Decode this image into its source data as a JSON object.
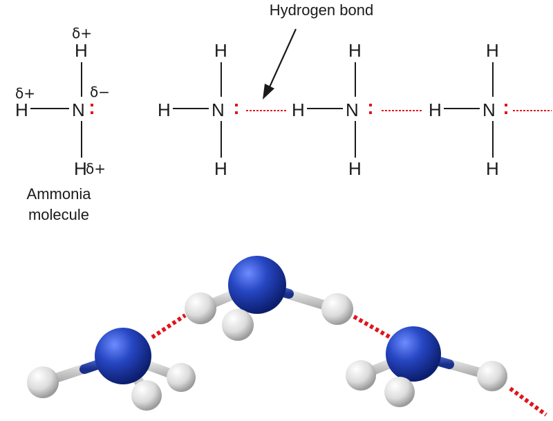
{
  "annotation": {
    "hydrogen_bond_label": "Hydrogen bond"
  },
  "single_molecule": {
    "label_line1": "Ammonia",
    "label_line2": "molecule",
    "top_charge": "δ+",
    "left_charge": "δ+",
    "n_charge": "δ−",
    "bottom_charge": "δ+"
  },
  "atoms": {
    "hydrogen": "H",
    "nitrogen": "N"
  },
  "colors": {
    "nitrogen": "#1f3fa8",
    "hydrogen": "#e4e4e4",
    "hydrogen_bond": "#e0151b",
    "lone_pair": "#e0151b",
    "text": "#1a1a1a"
  }
}
